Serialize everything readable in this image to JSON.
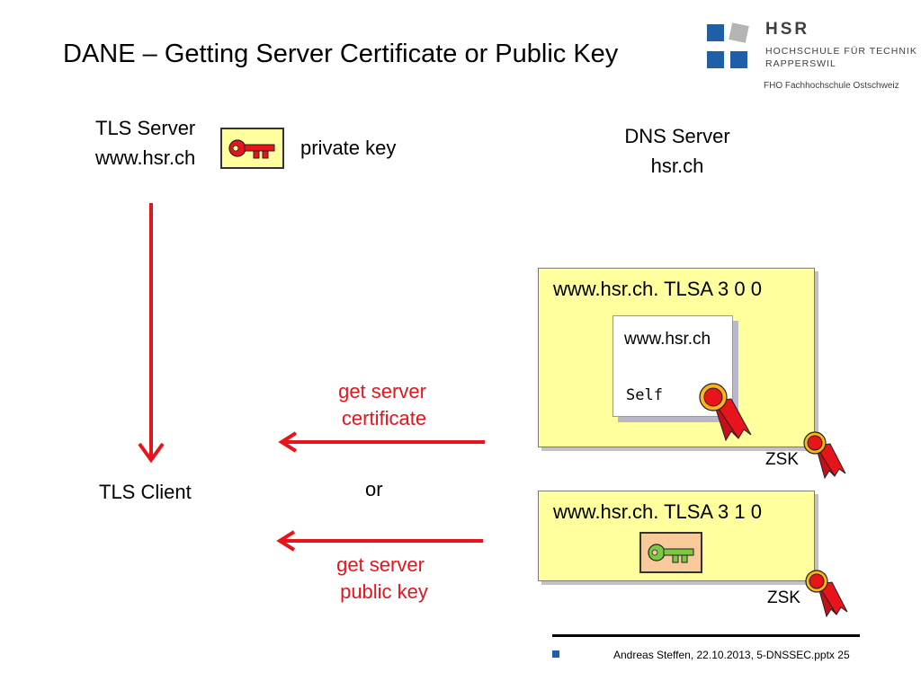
{
  "slide": {
    "title": "DANE – Getting Server Certificate or Public Key"
  },
  "logo": {
    "name": "HSR",
    "line1": "HOCHSCHULE FÜR TECHNIK",
    "line2": "RAPPERSWIL",
    "sub": "FHO Fachhochschule Ostschweiz",
    "colors": {
      "blue": "#1f5fa8",
      "gray": "#b4b4b4"
    }
  },
  "tls_server": {
    "line1": "TLS Server",
    "line2": "www.hsr.ch",
    "key_icon": "key-icon",
    "key_label": "private key",
    "key_color": "#e8141b"
  },
  "dns_server": {
    "line1": "DNS Server",
    "line2": "hsr.ch"
  },
  "tls_client": {
    "label": "TLS Client"
  },
  "record1": {
    "label": "www.hsr.ch. TLSA 3 0 0",
    "cert_subject": "www.hsr.ch",
    "cert_issuer": "Self",
    "seal_icon": "seal-icon",
    "zsk": "ZSK"
  },
  "record2": {
    "label": "www.hsr.ch. TLSA 3 1 0",
    "key_icon": "key-icon",
    "key_color": "#7ac943",
    "zsk": "ZSK"
  },
  "arrows": {
    "cert_line1": "get server",
    "cert_line2": "certificate",
    "or": "or",
    "pubkey_line1": "get server",
    "pubkey_line2": "public key",
    "color": "#e8141b"
  },
  "footer": {
    "text": "Andreas Steffen, 22.10.2013, 5-DNSSEC.pptx 25"
  }
}
